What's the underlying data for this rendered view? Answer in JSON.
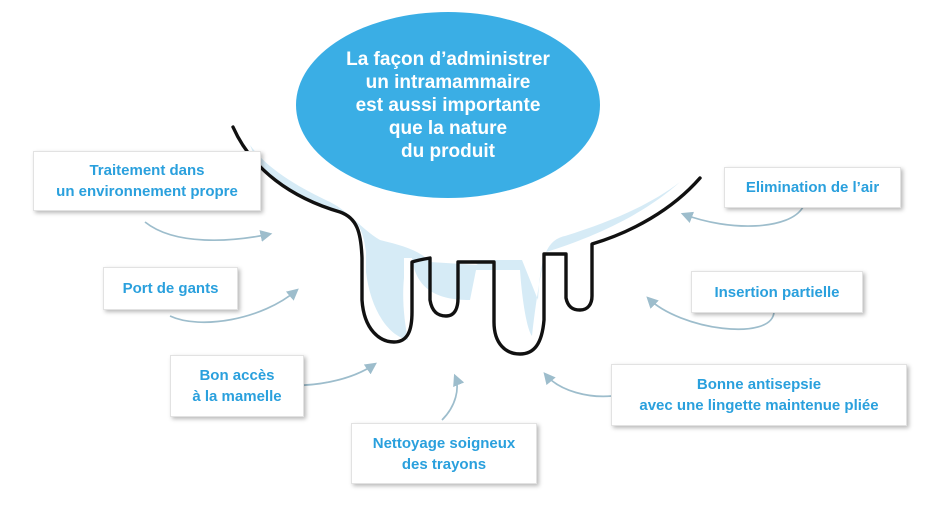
{
  "center": {
    "lines": [
      "La façon d’administrer",
      "un intramammaire",
      "est aussi importante",
      "que la nature",
      "du produit"
    ]
  },
  "boxes": {
    "traitement": {
      "lines": [
        "Traitement dans",
        "un environnement propre"
      ]
    },
    "gants": {
      "lines": [
        "Port de gants"
      ]
    },
    "acces": {
      "lines": [
        "Bon accès",
        "à la mamelle"
      ]
    },
    "nettoyage": {
      "lines": [
        "Nettoyage soigneux",
        "des trayons"
      ]
    },
    "air": {
      "lines": [
        "Elimination de l’air"
      ]
    },
    "insertion": {
      "lines": [
        "Insertion partielle"
      ]
    },
    "antisepsie": {
      "lines": [
        "Bonne antisepsie",
        "avec une lingette maintenue pliée"
      ]
    }
  },
  "colors": {
    "bubble": "#3aaee5",
    "box_text": "#2aa0dd",
    "arrow": "#9dbdcc",
    "udder_shading": "#d6ebf6",
    "udder_outline": "#111111"
  },
  "icons": {
    "illustration": "udder-illustration",
    "arrow": "curved-arrow-icon"
  }
}
